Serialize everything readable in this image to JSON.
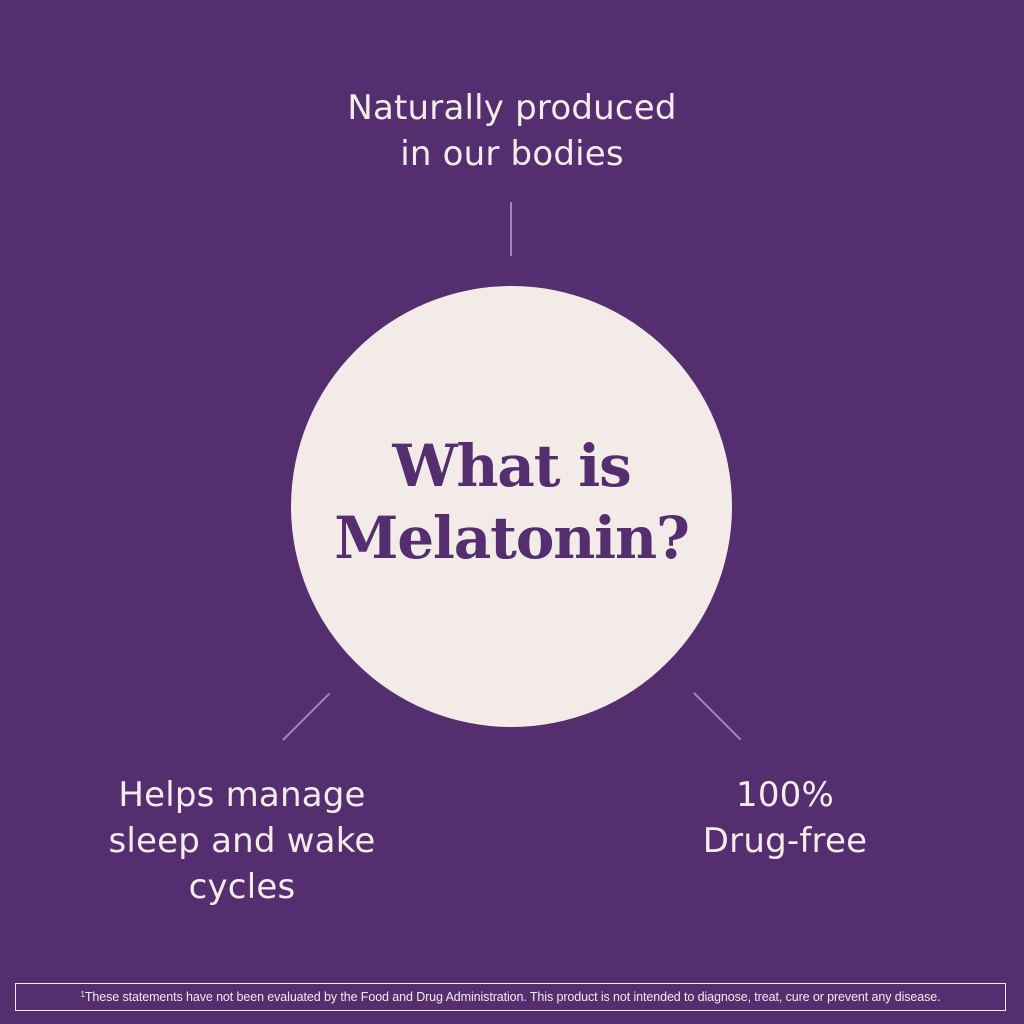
{
  "page": {
    "background_color": "#542e6e",
    "circle_color": "#f3ebe8",
    "text_color": "#f3ecea",
    "connector_color": "#9f84c7"
  },
  "center": {
    "title": "What is\nMelatonin?"
  },
  "features": {
    "top": "Naturally produced\nin our bodies",
    "left": "Helps manage\nsleep and wake\ncycles",
    "right": "100%\nDrug-free"
  },
  "disclaimer": {
    "mark": "1",
    "text": "These statements have not been evaluated by the Food and Drug Administration. This product is not intended to diagnose, treat, cure or prevent any disease."
  }
}
